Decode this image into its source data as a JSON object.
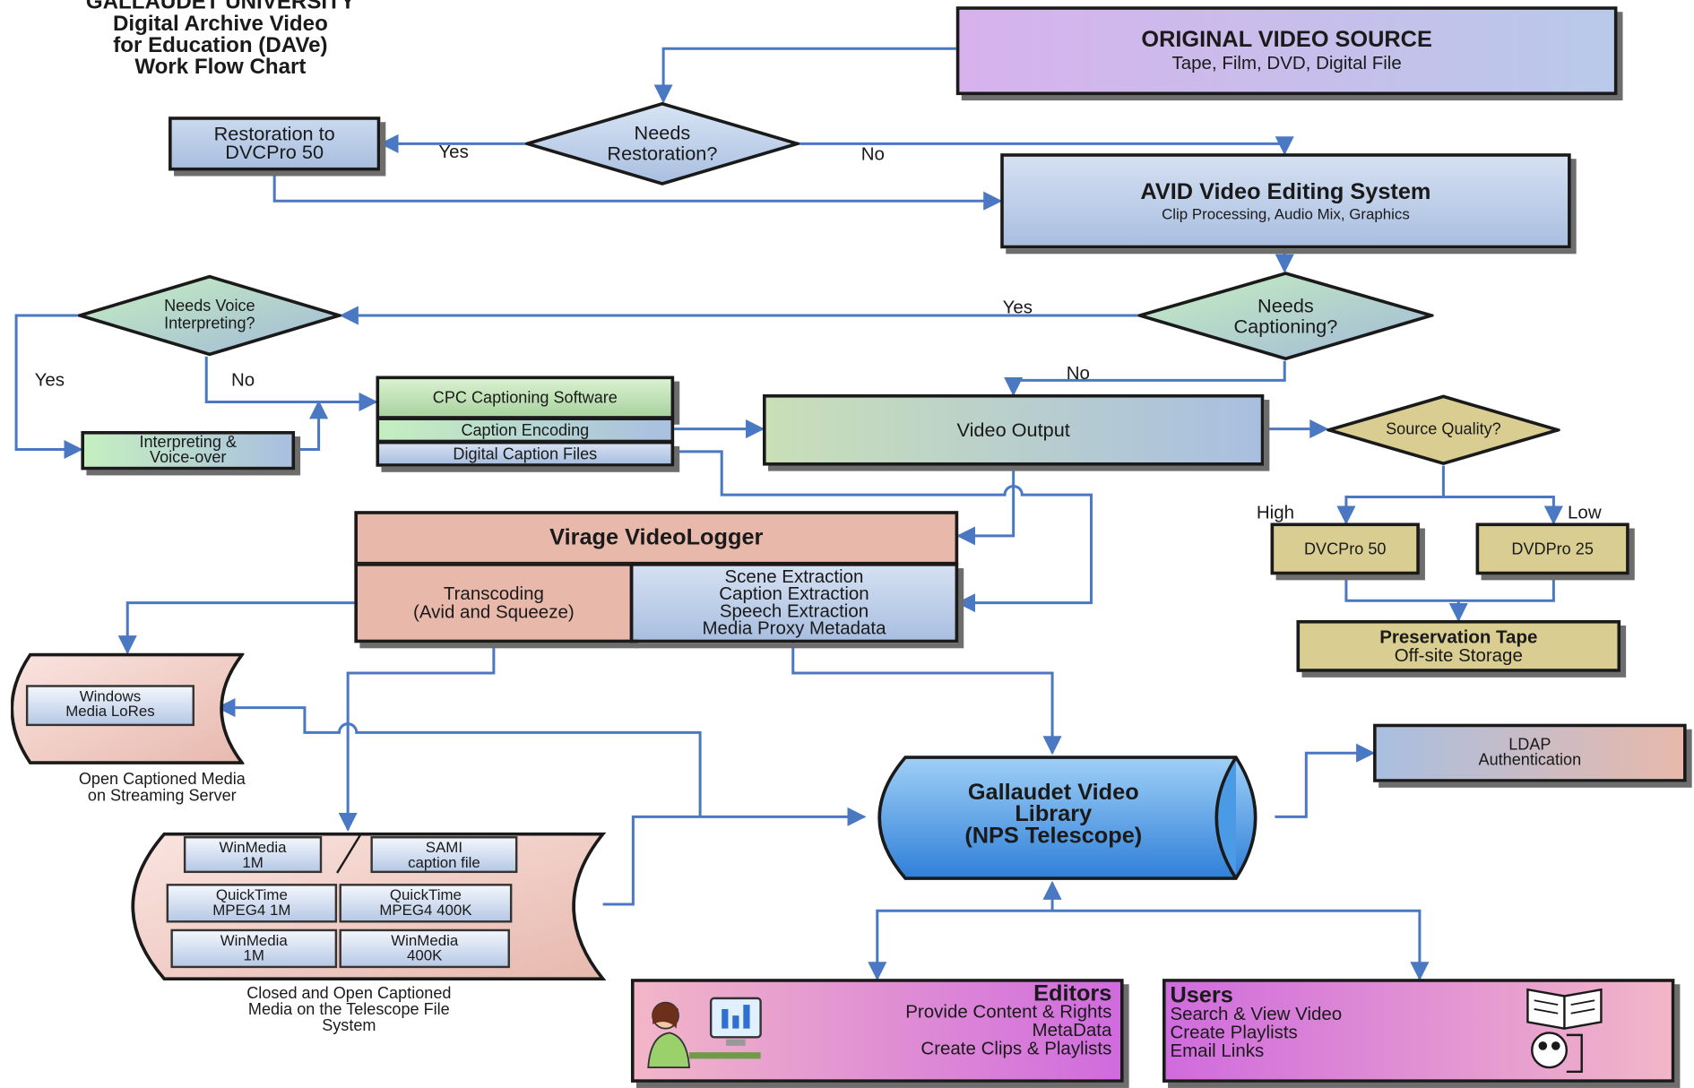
{
  "title": [
    "GALLAUDET UNIVERSITY",
    "Digital Archive Video",
    "for Education (DAVe)",
    "Work Flow Chart"
  ],
  "nodes": {
    "original": {
      "title": "ORIGINAL VIDEO SOURCE",
      "sub": "Tape, Film, DVD, Digital File"
    },
    "needs_restoration": [
      "Needs",
      "Restoration?"
    ],
    "restoration": [
      "Restoration to",
      "DVCPro 50"
    ],
    "avid": {
      "title": "AVID Video Editing System",
      "sub": "Clip Processing, Audio Mix, Graphics"
    },
    "needs_captioning": [
      "Needs",
      "Captioning?"
    ],
    "needs_voice": [
      "Needs Voice",
      "Interpreting?"
    ],
    "interpreting": [
      "Interpreting &",
      "Voice-over"
    ],
    "cpc": [
      "CPC Captioning Software",
      "Caption Encoding",
      "Digital Caption Files"
    ],
    "video_output": "Video Output",
    "source_quality": "Source Quality?",
    "dvcpro50": "DVCPro 50",
    "dvdpro25": "DVDPro 25",
    "preservation": {
      "title": "Preservation Tape",
      "sub": "Off-site Storage"
    },
    "virage": {
      "title": "Virage VideoLogger",
      "left": [
        "Transcoding",
        "(Avid and Squeeze)"
      ],
      "right": [
        "Scene Extraction",
        "Caption Extraction",
        "Speech Extraction",
        "Media Proxy Metadata"
      ]
    },
    "streaming_doc": [
      "Windows",
      "Media LoRes"
    ],
    "streaming_caption": [
      "Open Captioned Media",
      "on Streaming Server"
    ],
    "telescope_docs": [
      [
        "WinMedia",
        "1M"
      ],
      [
        "SAMI",
        "caption file"
      ],
      [
        "QuickTime",
        "MPEG4 1M"
      ],
      [
        "QuickTime",
        "MPEG4 400K"
      ],
      [
        "WinMedia",
        "1M"
      ],
      [
        "WinMedia",
        "400K"
      ]
    ],
    "telescope_caption": [
      "Closed and Open Captioned",
      "Media on the Telescope File",
      "System"
    ],
    "library": [
      "Gallaudet Video",
      "Library",
      "(NPS Telescope)"
    ],
    "ldap": [
      "LDAP",
      "Authentication"
    ],
    "editors": {
      "title": "Editors",
      "lines": [
        "Provide Content & Rights",
        "MetaData",
        "Create Clips & Playlists"
      ]
    },
    "users": {
      "title": "Users",
      "lines": [
        "Search & View Video",
        "Create Playlists",
        "Email Links"
      ]
    }
  },
  "labels": {
    "yes": "Yes",
    "no": "No",
    "high": "High",
    "low": "Low"
  },
  "colors": {
    "line": "#4a78c2",
    "border": "#1a1a1a",
    "virage": "#e8b9ab",
    "library": "#3d8fe0"
  }
}
